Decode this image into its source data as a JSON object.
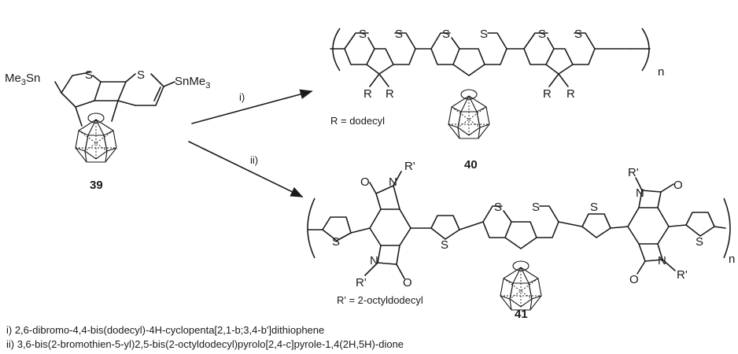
{
  "compounds": {
    "c39": {
      "number": "39"
    },
    "c40": {
      "number": "40"
    },
    "c41": {
      "number": "41"
    }
  },
  "atoms": {
    "sulfur": "S",
    "nitrogen": "N",
    "oxygen": "O",
    "r_group": "R",
    "r_prime_group": "R'",
    "tin_group": "SnMe",
    "tin_group_left": "Me",
    "tin_group_left_tail": "Sn",
    "methyl_count": "3",
    "repeat_index": "n"
  },
  "reactions": {
    "step_i": "i)",
    "step_ii": "ii)"
  },
  "definitions": {
    "r": "R = dodecyl",
    "r_prime": "R' = 2-octyldodecyl"
  },
  "conditions": [
    {
      "text": "i) 2,6-dibromo-4,4-bis(dodecyl)-4H-cyclopenta[2,1-b;3,4-b']dithiophene"
    },
    {
      "text": "ii) 3,6-bis(2-bromothien-5-yl)2,5-bis(2-octyldodecyl)pyrolo[2,4-c]pyrole-1,4(2H,5H)-dione"
    }
  ]
}
